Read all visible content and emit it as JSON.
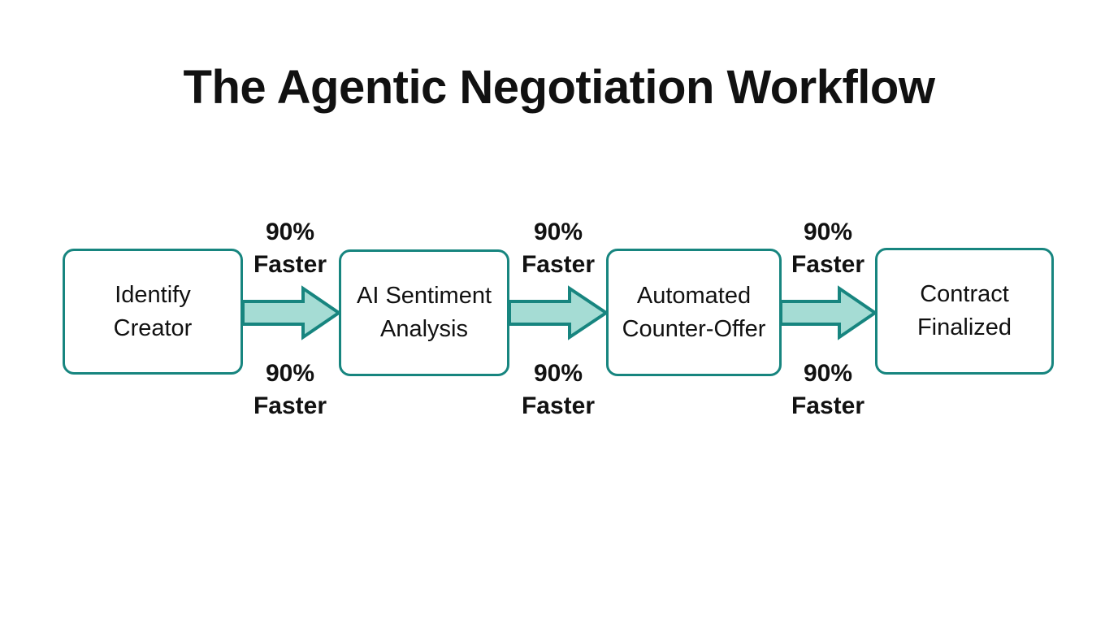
{
  "slide": {
    "title": "The Agentic Negotiation Workflow",
    "background_color": "#ffffff"
  },
  "theme": {
    "node_border_color": "#17857f",
    "node_fill_color": "#ffffff",
    "arrow_fill_color": "#a5dcd4",
    "arrow_stroke_color": "#17857f",
    "text_color": "#111111"
  },
  "diagram": {
    "type": "flowchart",
    "orientation": "left-to-right",
    "nodes": [
      {
        "id": "identify-creator",
        "label": "Identify\nCreator"
      },
      {
        "id": "ai-sentiment",
        "label": "AI Sentiment\nAnalysis"
      },
      {
        "id": "counter-offer",
        "label": "Automated\nCounter-Offer"
      },
      {
        "id": "contract-finalized",
        "label": "Contract\nFinalized"
      }
    ],
    "edges": [
      {
        "id": "edge-1",
        "from": "identify-creator",
        "to": "ai-sentiment",
        "label_top": "90%\nFaster",
        "label_bottom": "90%\nFaster"
      },
      {
        "id": "edge-2",
        "from": "ai-sentiment",
        "to": "counter-offer",
        "label_top": "90%\nFaster",
        "label_bottom": "90%\nFaster"
      },
      {
        "id": "edge-3",
        "from": "counter-offer",
        "to": "contract-finalized",
        "label_top": "90%\nFaster",
        "label_bottom": "90%\nFaster"
      }
    ]
  }
}
